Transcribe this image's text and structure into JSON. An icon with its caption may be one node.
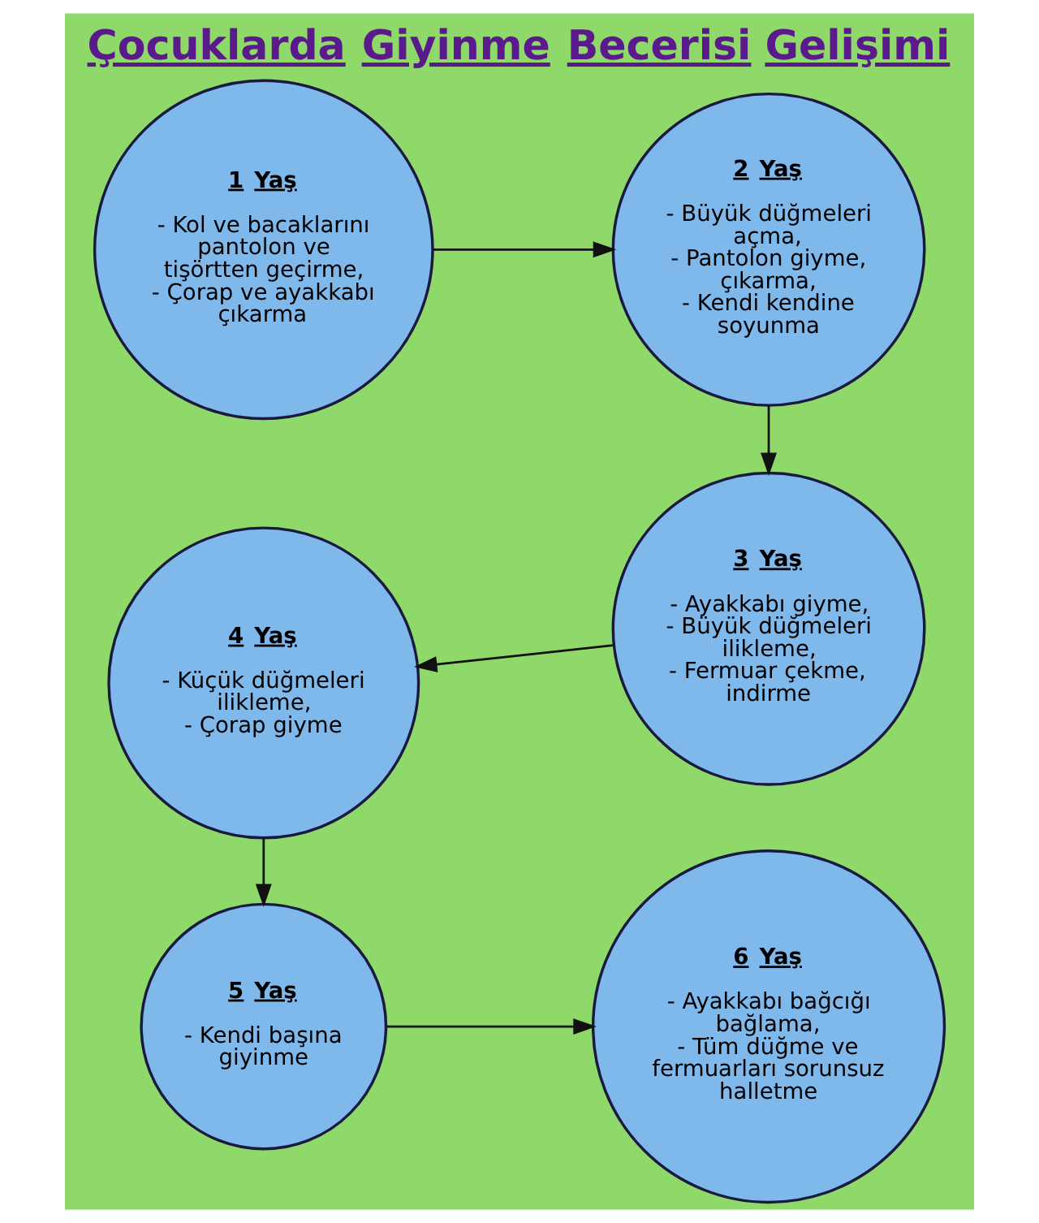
{
  "diagram": {
    "title": "Çocuklarda Giyinme Becerisi Gelişimi",
    "nodes": [
      {
        "text": [
          "1 Yaş",
          "- Kol ve bacaklarını pantolon ve tişörtten geçirme,",
          "- Çorap ve ayakkabı çıkarma"
        ]
      },
      {
        "text": [
          "2 Yaş",
          "- Büyük düğmeleri açma,",
          "- Pantolon giyme, çıkarma,",
          "- Kendi kendine soyunma"
        ]
      },
      {
        "text": [
          "3 Yaş",
          "- Ayakkabı giyme,",
          "- Büyük düğmeleri ilikleme,",
          "- Fermuar çekme, indirme"
        ]
      },
      {
        "text": [
          "4 Yaş",
          "- Küçük düğmeleri ilikleme,",
          "- Çorap giyme"
        ]
      },
      {
        "text": [
          "5 Yaş",
          "- Kendi başına giyinme"
        ]
      },
      {
        "text": [
          "6 Yaş",
          "- Ayakkabı bağcığı bağlama,",
          "- Tüm düğme ve fermuarları sorunsuz halletme"
        ]
      }
    ],
    "edges": [
      {
        "from": 0,
        "to": 1,
        "arrow": "to"
      },
      {
        "from": 1,
        "to": 2,
        "arrow": "to"
      },
      {
        "from": 2,
        "to": 3,
        "arrow": "to"
      },
      {
        "from": 3,
        "to": 4,
        "arrow": "to"
      },
      {
        "from": 4,
        "to": 5,
        "arrow": "to"
      }
    ]
  }
}
